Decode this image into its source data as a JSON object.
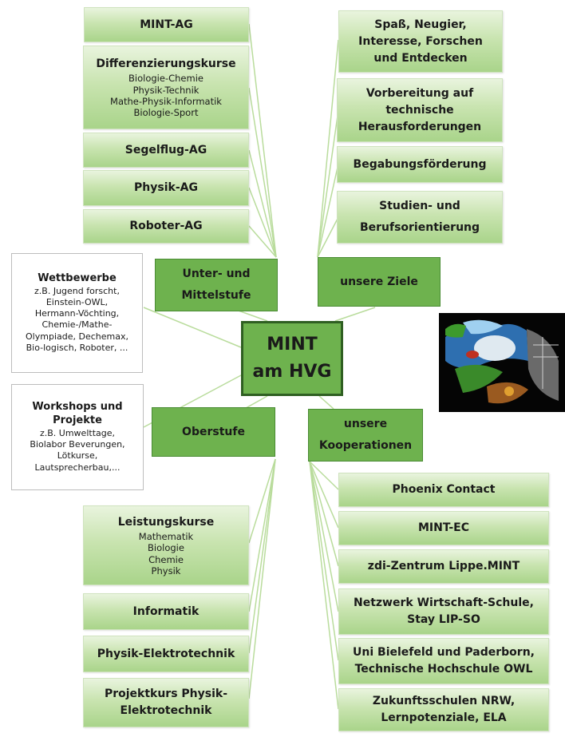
{
  "center": {
    "line1": "MINT",
    "line2": "am HVG"
  },
  "hubs": {
    "unter_mittelstufe": {
      "line1": "Unter- und",
      "line2": "Mittelstufe"
    },
    "ziele": {
      "label": "unsere Ziele"
    },
    "oberstufe": {
      "label": "Oberstufe"
    },
    "kooperationen": {
      "line1": "unsere",
      "line2": "Kooperationen"
    }
  },
  "unter_mittelstufe_items": {
    "mint_ag": "MINT-AG",
    "differenzierung": {
      "title": "Differenzierungskurse",
      "subs": [
        "Biologie-Chemie",
        "Physik-Technik",
        "Mathe-Physik-Informatik",
        "Biologie-Sport"
      ]
    },
    "segelflug": "Segelflug-AG",
    "physik_ag": "Physik-AG",
    "roboter": "Roboter-AG"
  },
  "ziele_items": {
    "spass": [
      "Spaß, Neugier,",
      "Interesse, Forschen",
      "und Entdecken"
    ],
    "vorbereitung": [
      "Vorbereitung auf",
      "technische",
      "Herausforderungen"
    ],
    "begabung": "Begabungsförderung",
    "studien": [
      "Studien- und",
      "Berufsorientierung"
    ]
  },
  "side_items": {
    "wettbewerbe": {
      "title": "Wettbewerbe",
      "text": [
        "z.B. Jugend forscht,",
        "Einstein-OWL,",
        "Hermann-Vöchting,",
        "Chemie-/Mathe-",
        "Olympiade, Dechemax,",
        "Bio-logisch, Roboter, ..."
      ]
    },
    "workshops": {
      "title": [
        "Workshops und",
        "Projekte"
      ],
      "text": [
        "z.B. Umwelttage,",
        "Biolabor Beverungen,",
        "Lötkurse,",
        "Lautsprecherbau,..."
      ]
    }
  },
  "oberstufe_items": {
    "leistungskurse": {
      "title": "Leistungskurse",
      "subs": [
        "Mathematik",
        "Biologie",
        "Chemie",
        "Physik"
      ]
    },
    "informatik": "Informatik",
    "physik_elektro": "Physik-Elektrotechnik",
    "projektkurs": [
      "Projektkurs Physik-",
      "Elektrotechnik"
    ]
  },
  "kooperationen_items": {
    "phoenix": "Phoenix Contact",
    "mint_ec": "MINT-EC",
    "zdi": "zdi-Zentrum Lippe.MINT",
    "netzwerk": [
      "Netzwerk Wirtschaft-Schule,",
      "Stay LIP-SO"
    ],
    "uni": [
      "Uni Bielefeld und Paderborn,",
      "Technische Hochschule OWL"
    ],
    "zukunft": [
      "Zukunftsschulen NRW,",
      "Lernpotenziale, ELA"
    ]
  },
  "colors": {
    "hub_fill": "#6eb24e",
    "center_border": "#2f5f22",
    "box_light": "#e9f4de",
    "box_dark": "#a9d48a",
    "connector": "#b9dc9c"
  }
}
